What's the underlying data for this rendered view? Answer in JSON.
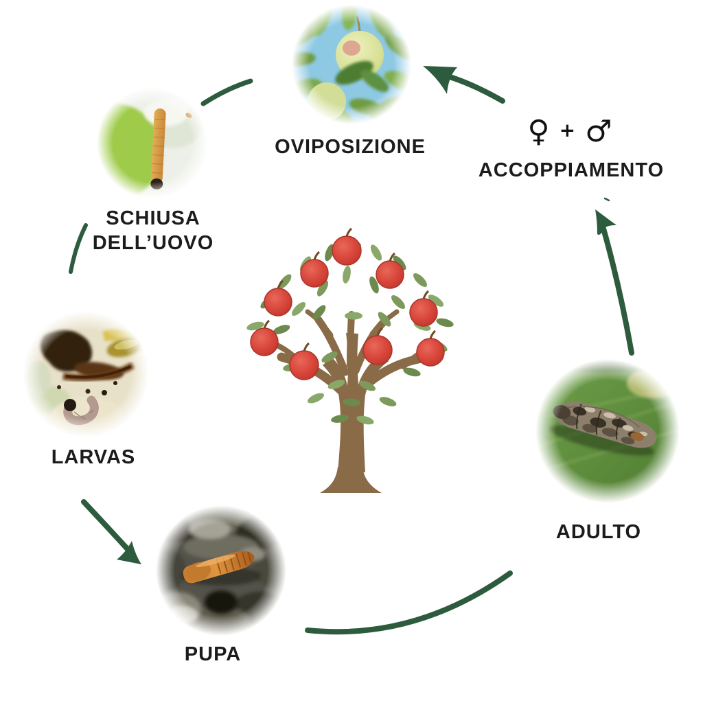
{
  "page": {
    "background": "#ffffff"
  },
  "cycle": {
    "arrow_color": "#2d5b3d",
    "label_color": "#1c1c1c",
    "stages": {
      "oviposizione": {
        "label": "OVIPOSIZIONE",
        "photo": "apple-on-tree-photo"
      },
      "accoppiamento": {
        "label": "ACCOPPIAMENTO",
        "female_symbol": "♀",
        "plus_sign": "+",
        "male_symbol": "♂"
      },
      "schiusa": {
        "label_line1": "SCHIUSA",
        "label_line2": "DELL’UOVO",
        "photo": "larva-in-cut-apple-photo"
      },
      "larvas": {
        "label": "LARVAS",
        "photo": "larvae-inside-fruit-photo"
      },
      "pupa": {
        "label": "PUPA",
        "photo": "pupa-on-bark-photo"
      },
      "adulto": {
        "label": "ADULTO",
        "photo": "codling-moth-on-leaf-photo"
      }
    },
    "center": {
      "illustration": "apple-tree"
    }
  }
}
